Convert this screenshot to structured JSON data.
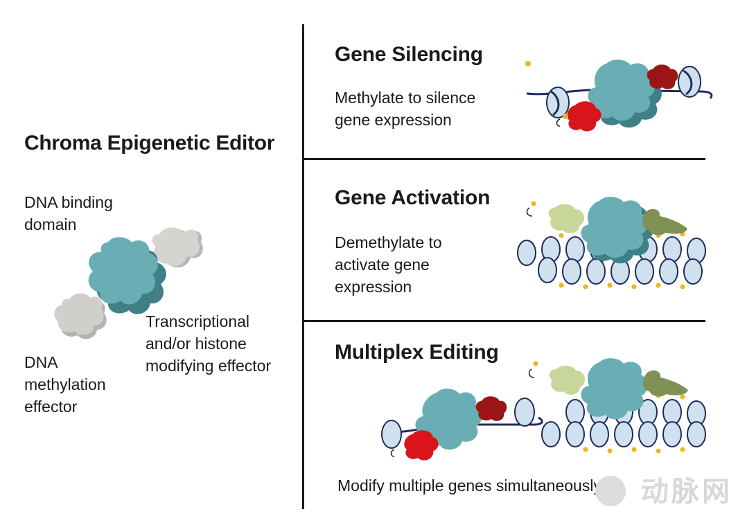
{
  "title": "Chroma Epigenetic Editor",
  "left_labels": {
    "dna_binding": "DNA binding\ndomain",
    "methylation": "DNA\nmethylation\neffector",
    "transcriptional": "Transcriptional\nand/or histone\nmodifying effector"
  },
  "sections": [
    {
      "title": "Gene Silencing",
      "desc": "Methylate to silence\ngene expression"
    },
    {
      "title": "Gene Activation",
      "desc": "Demethylate to\nactivate gene\nexpression"
    },
    {
      "title": "Multiplex Editing",
      "desc": "Modify multiple genes simultaneously"
    }
  ],
  "watermark": "动脉网",
  "colors": {
    "teal": "#6aaeb5",
    "teal_dark": "#3f7f86",
    "gray_effector": "#cfd0cc",
    "red": "#d9141b",
    "dark_red": "#9a1616",
    "light_green": "#c8d69a",
    "olive": "#7f9254",
    "nucleosome": "#cfe0ee",
    "dna_strand": "#1e2c5a",
    "methyl": "#f1b51c"
  }
}
